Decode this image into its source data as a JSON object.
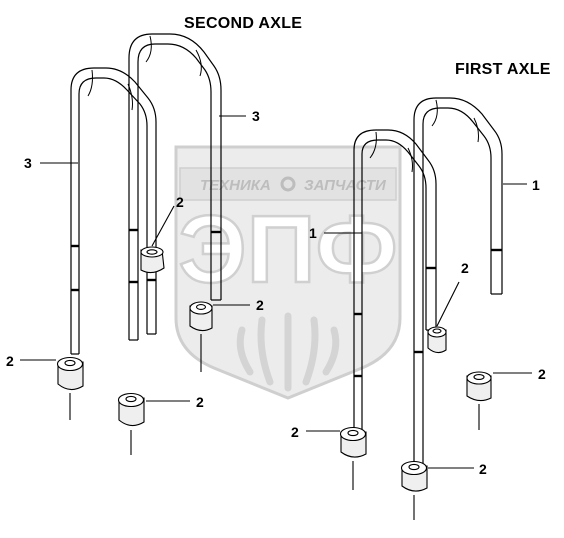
{
  "headings": {
    "second_axle": "SECOND AXLE",
    "first_axle": "FIRST AXLE"
  },
  "watermark": {
    "top_left": "ТЕХНИКА",
    "top_right": "ЗАПЧАСТИ",
    "logo": "ЭПФ",
    "colors": {
      "fill": "#e4e4e4",
      "stroke": "#c8c8c8",
      "text": "#bdbdbd"
    }
  },
  "callouts": {
    "c1": "1",
    "c2": "1",
    "c3": "2",
    "c4": "2",
    "c5": "2",
    "c6": "2",
    "c7": "2",
    "c8": "2",
    "c9": "2",
    "c10": "2",
    "c11": "3",
    "c12": "3"
  },
  "colors": {
    "line": "#000000",
    "part_fill": "#ffffff",
    "nut_shade": "#efefef"
  }
}
